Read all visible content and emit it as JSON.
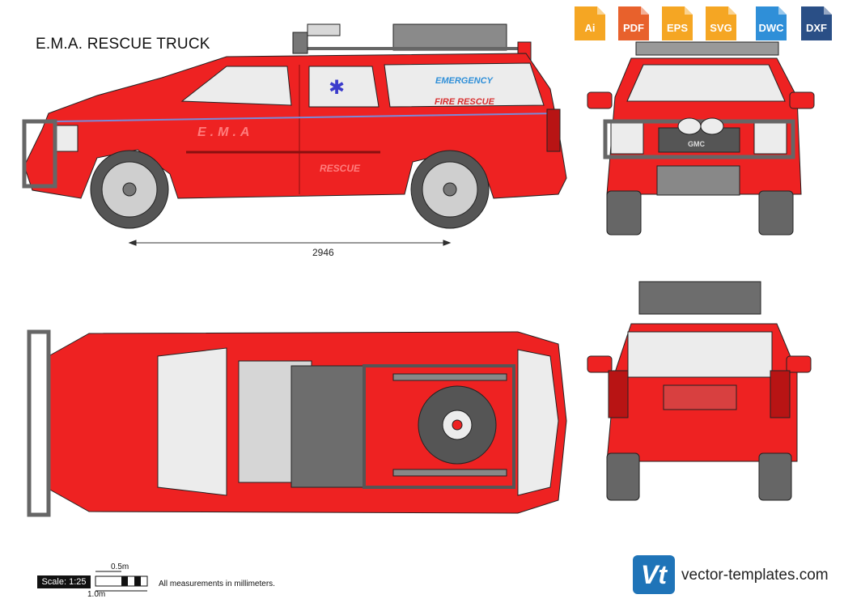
{
  "title": "E.M.A. RESCUE TRUCK",
  "formats": [
    {
      "label": "Ai",
      "color": "#f5a623"
    },
    {
      "label": "PDF",
      "color": "#e8612c"
    },
    {
      "label": "EPS",
      "color": "#f5a623"
    },
    {
      "label": "SVG",
      "color": "#f5a623"
    },
    {
      "label": "DWC",
      "color": "#2f8fd8"
    },
    {
      "label": "DXF",
      "color": "#2a4f86"
    }
  ],
  "dimension": "2946",
  "decals": {
    "emergency": "EMERGENCY",
    "fire_rescue": "FIRE RESCUE",
    "ema": "E.M.A",
    "rescue": "RESCUE",
    "grille_badge": "GMC"
  },
  "scale": {
    "label": "Scale: 1:25",
    "half_meter": "0.5m",
    "one_meter": "1.0m"
  },
  "note": "All measurements in millimeters.",
  "brand": {
    "logo": "Vt",
    "site": "vector-templates.com"
  },
  "colors": {
    "body_red": "#ee2222",
    "dark_red": "#b81414",
    "grey": "#6d6d6d",
    "glass": "#ececec",
    "logo_blue": "#1f74b8"
  }
}
